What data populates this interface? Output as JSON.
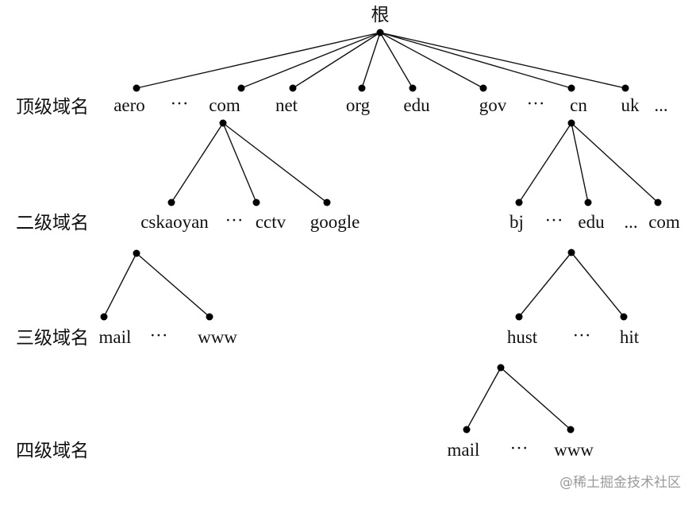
{
  "root": {
    "label": "根"
  },
  "levels": [
    {
      "id": "tld",
      "label": "顶级域名"
    },
    {
      "id": "sld",
      "label": "二级域名"
    },
    {
      "id": "third",
      "label": "三级域名"
    },
    {
      "id": "fourth",
      "label": "四级域名"
    }
  ],
  "domains": {
    "aero": "aero",
    "com": "com",
    "net": "net",
    "org": "org",
    "edu": "edu",
    "gov": "gov",
    "cn": "cn",
    "uk": "uk",
    "cskaoyan": "cskaoyan",
    "cctv": "cctv",
    "google": "google",
    "bj": "bj",
    "cn_edu": "edu",
    "cn_com": "com",
    "mail": "mail",
    "www": "www",
    "hust": "hust",
    "hit": "hit",
    "hust_mail": "mail",
    "hust_www": "www"
  },
  "ellipses": {
    "tld_1": "···",
    "tld_2": "···",
    "tld_end": "...",
    "sld_com": "···",
    "sld_cn_1": "···",
    "sld_cn_2": "...",
    "third_cskaoyan": "···",
    "third_edu": "···",
    "fourth_hust": "···"
  },
  "watermark": "@稀土掘金技术社区"
}
